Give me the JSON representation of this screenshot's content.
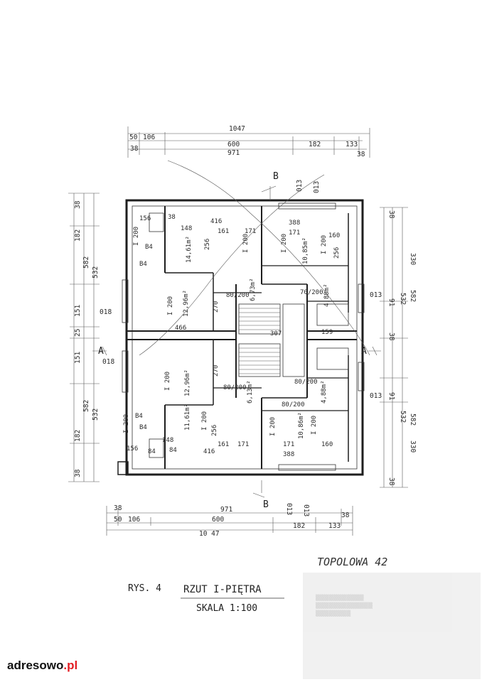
{
  "drawing": {
    "title": "RZUT I-PIĘTRA",
    "figure_no": "RYS. 4",
    "scale": "SKALA 1:100",
    "address": "TOPOLOWA 42",
    "section_mark": "B",
    "side_mark": "A"
  },
  "dimensions": {
    "top_total": "1047",
    "top_row1": [
      "50",
      "106",
      "600",
      "182",
      "133"
    ],
    "top_row2": [
      "38",
      "971",
      "38"
    ],
    "bottom_total": "10 47",
    "bottom_row1": [
      "38",
      "971",
      "38"
    ],
    "bottom_row2": [
      "50",
      "106",
      "600",
      "182",
      "133"
    ],
    "left_outer": [
      "532",
      "582",
      "582",
      "532"
    ],
    "left_inner": [
      "38",
      "182",
      "151",
      "25",
      "151",
      "182",
      "38"
    ],
    "right_outer": [
      "330",
      "582",
      "532",
      "330",
      "582",
      "532"
    ],
    "right_inner": [
      "38",
      "91",
      "38",
      "91",
      "38"
    ],
    "misc": [
      "013",
      "013",
      "013",
      "013",
      "013",
      "013",
      "018",
      "018"
    ]
  },
  "rooms": [
    {
      "area": "14,61m²"
    },
    {
      "area": "10,85m²"
    },
    {
      "area": "12,96m²"
    },
    {
      "area": "6,73m²"
    },
    {
      "area": "4,88m²"
    },
    {
      "area": "12,96m²"
    },
    {
      "area": "6,13m²"
    },
    {
      "area": "4,88m²"
    },
    {
      "area": "11,61m²"
    },
    {
      "area": "10,86m²"
    }
  ],
  "interior_dims": [
    "156",
    "38",
    "416",
    "388",
    "148",
    "161",
    "171",
    "171",
    "160",
    "256",
    "256",
    "270",
    "466",
    "307",
    "159",
    "270",
    "256",
    "148",
    "84",
    "161",
    "171",
    "171",
    "160",
    "416",
    "388",
    "156",
    "84"
  ],
  "openings": [
    "I 200",
    "I 200",
    "I 200",
    "I 200",
    "I 200",
    "I 200",
    "I 200",
    "I 200",
    "I 200",
    "I 200",
    "80/200",
    "70/200",
    "80/200",
    "80/200",
    "80/200",
    "B4",
    "B4",
    "B4",
    "B4"
  ],
  "watermark": {
    "brand": "adresowo",
    "tld": ".pl"
  }
}
